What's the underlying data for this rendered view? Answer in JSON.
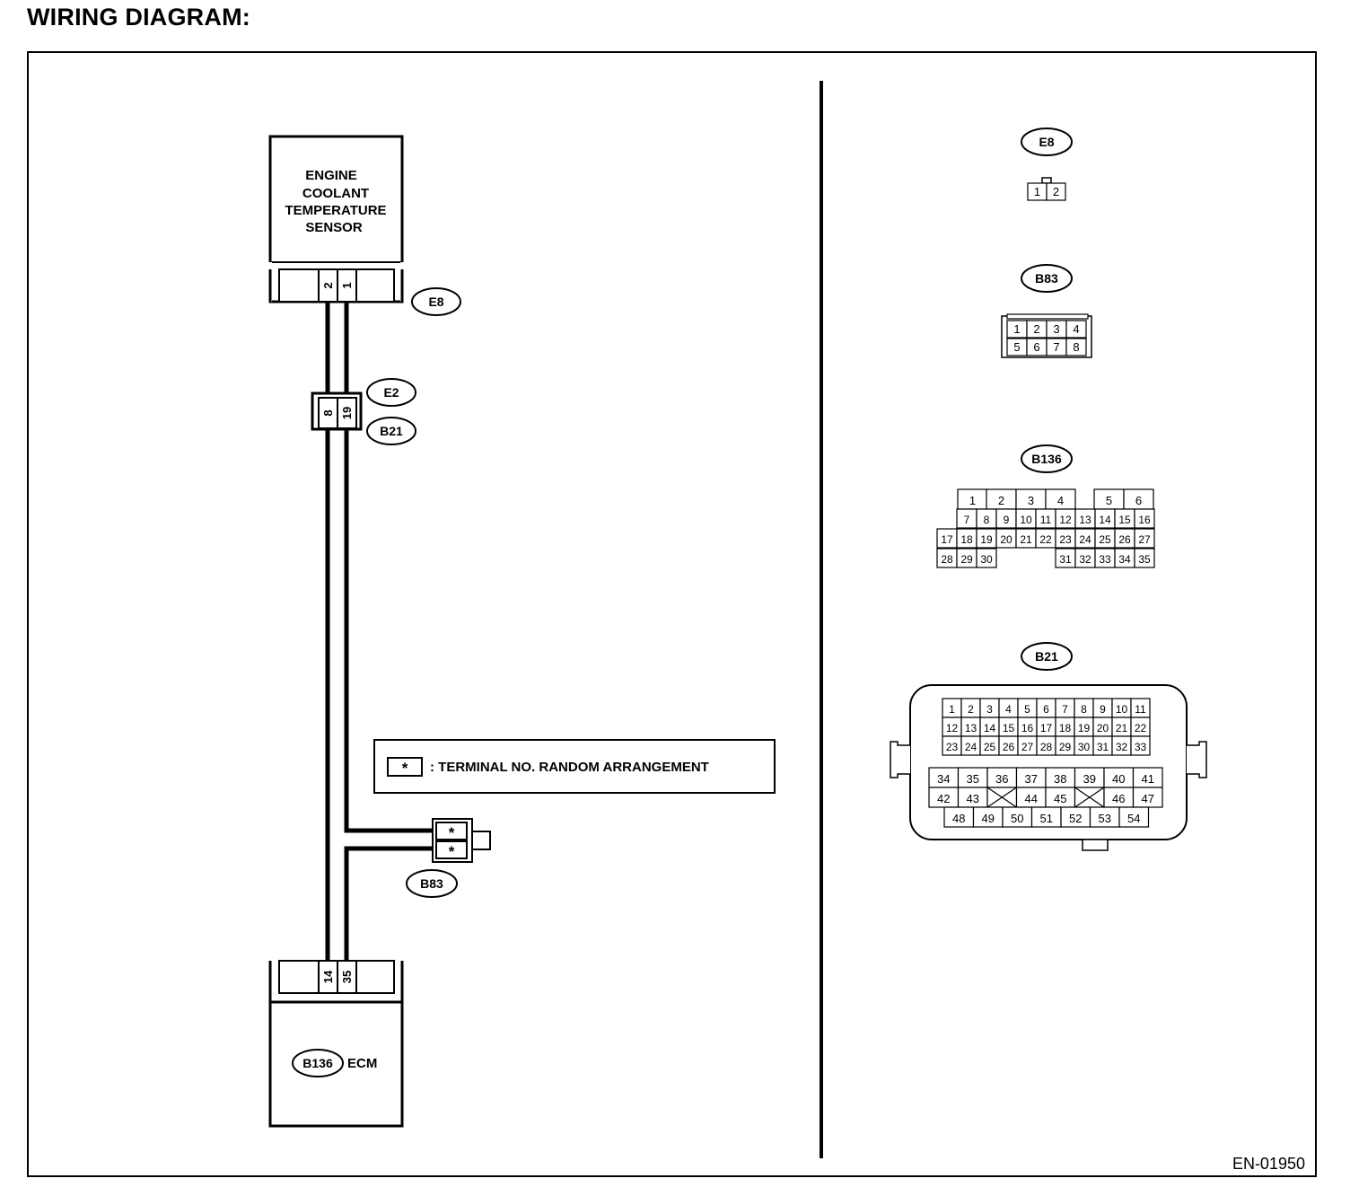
{
  "heading": "WIRING DIAGRAM:",
  "figure_id": "EN-01950",
  "legend": {
    "symbol": "*",
    "text": ": TERMINAL NO. RANDOM ARRANGEMENT"
  },
  "sensor": {
    "lines": [
      "ENGINE",
      "COOLANT",
      "TEMPERATURE",
      "SENSOR"
    ],
    "connector": "E8",
    "pins": [
      "2",
      "1"
    ]
  },
  "relay_connector": {
    "top": "E2",
    "bottom": "B21",
    "pins": [
      "8",
      "19"
    ]
  },
  "joint_connector": {
    "name": "B83",
    "pins": [
      "*",
      "*"
    ]
  },
  "ecm": {
    "name": "ECM",
    "connector": "B136",
    "pins": [
      "14",
      "35"
    ]
  },
  "connectors": {
    "E8": {
      "name": "E8",
      "rows": [
        [
          "1",
          "2"
        ]
      ]
    },
    "B83": {
      "name": "B83",
      "rows": [
        [
          "1",
          "2",
          "3",
          "4"
        ],
        [
          "5",
          "6",
          "7",
          "8"
        ]
      ]
    },
    "B136": {
      "name": "B136",
      "rows": [
        [
          "1",
          "2",
          "3",
          "4",
          "5",
          "6"
        ],
        [
          "7",
          "8",
          "9",
          "10",
          "11",
          "12",
          "13",
          "14",
          "15",
          "16"
        ],
        [
          "17",
          "18",
          "19",
          "20",
          "21",
          "22",
          "23",
          "24",
          "25",
          "26",
          "27"
        ],
        [
          "28",
          "29",
          "30",
          "31",
          "32",
          "33",
          "34",
          "35"
        ]
      ]
    },
    "B21": {
      "name": "B21",
      "rows": [
        [
          "1",
          "2",
          "3",
          "4",
          "5",
          "6",
          "7",
          "8",
          "9",
          "10",
          "11"
        ],
        [
          "12",
          "13",
          "14",
          "15",
          "16",
          "17",
          "18",
          "19",
          "20",
          "21",
          "22"
        ],
        [
          "23",
          "24",
          "25",
          "26",
          "27",
          "28",
          "29",
          "30",
          "31",
          "32",
          "33"
        ],
        [
          "34",
          "35",
          "36",
          "37",
          "38",
          "39",
          "40",
          "41"
        ],
        [
          "42",
          "43",
          "",
          "44",
          "45",
          "",
          "46",
          "47"
        ],
        [
          "48",
          "49",
          "50",
          "51",
          "52",
          "53",
          "54"
        ]
      ]
    }
  }
}
